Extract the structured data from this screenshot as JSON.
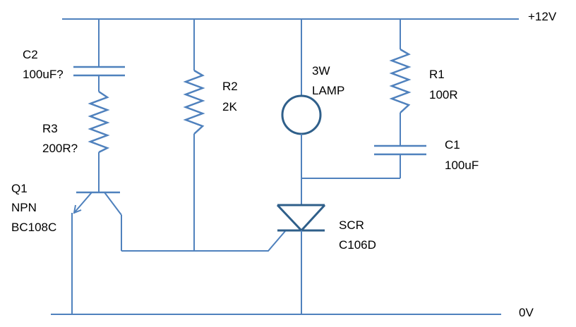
{
  "rails": {
    "positive": "+12V",
    "ground": "0V"
  },
  "components": {
    "c2": {
      "ref": "C2",
      "value": "100uF?"
    },
    "r3": {
      "ref": "R3",
      "value": "200R?"
    },
    "q1": {
      "ref": "Q1",
      "type": "NPN",
      "part": "BC108C"
    },
    "r2": {
      "ref": "R2",
      "value": "2K"
    },
    "lamp": {
      "power": "3W",
      "type": "LAMP"
    },
    "r1": {
      "ref": "R1",
      "value": "100R"
    },
    "c1": {
      "ref": "C1",
      "value": "100uF"
    },
    "scr": {
      "type": "SCR",
      "part": "C106D"
    }
  },
  "colors": {
    "wire": "#4f81bd",
    "body": "#2f5f8a"
  }
}
